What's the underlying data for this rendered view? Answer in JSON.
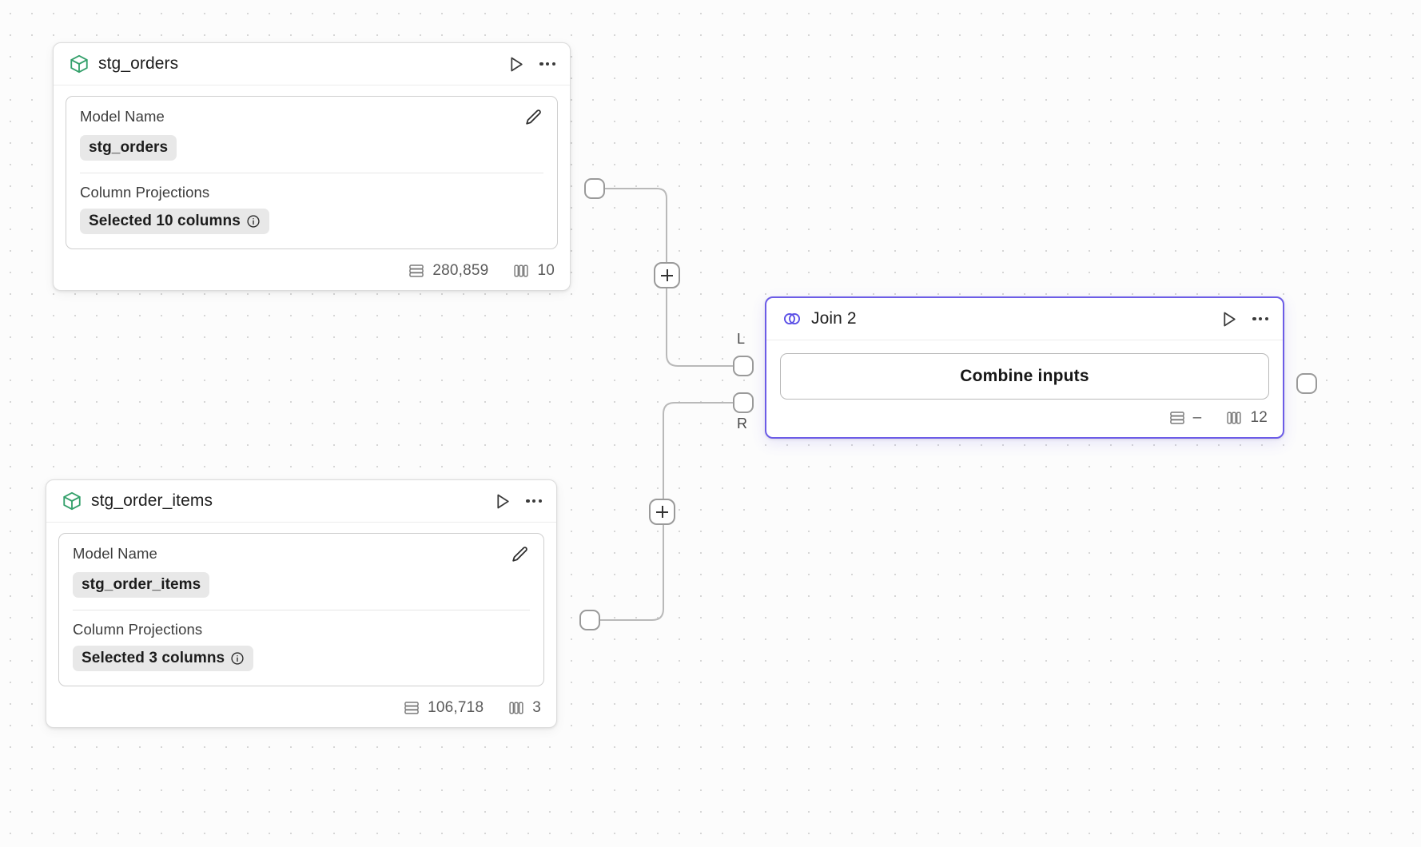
{
  "canvas": {
    "background": "#fcfcfc",
    "grid_dot_color": "#d6d6d6",
    "edge_color": "#b9b9b9"
  },
  "nodes": [
    {
      "id": "stg_orders",
      "type": "model",
      "title": "stg_orders",
      "icon": "cube-icon",
      "icon_color": "#34a06b",
      "selected": false,
      "fields": [
        {
          "label": "Model Name",
          "value": "stg_orders",
          "has_info": false
        },
        {
          "label": "Column Projections",
          "value": "Selected 10 columns",
          "has_info": true
        }
      ],
      "footer": {
        "rows": "280,859",
        "columns": "10"
      },
      "actions": {
        "run": "run-icon",
        "menu": "more-options-icon",
        "edit": "edit-pencil-icon"
      }
    },
    {
      "id": "stg_order_items",
      "type": "model",
      "title": "stg_order_items",
      "icon": "cube-icon",
      "icon_color": "#34a06b",
      "selected": false,
      "fields": [
        {
          "label": "Model Name",
          "value": "stg_order_items",
          "has_info": false
        },
        {
          "label": "Column Projections",
          "value": "Selected 3 columns",
          "has_info": true
        }
      ],
      "footer": {
        "rows": "106,718",
        "columns": "3"
      },
      "actions": {
        "run": "run-icon",
        "menu": "more-options-icon",
        "edit": "edit-pencil-icon"
      }
    },
    {
      "id": "join_2",
      "type": "join",
      "title": "Join 2",
      "icon": "join-circles-icon",
      "icon_color": "#5b50e6",
      "selected": true,
      "accent_color": "#6c5ce7",
      "button_label": "Combine inputs",
      "footer": {
        "rows": "–",
        "columns": "12"
      },
      "input_ports": [
        {
          "id": "left",
          "label": "L"
        },
        {
          "id": "right",
          "label": "R"
        }
      ],
      "actions": {
        "run": "run-icon",
        "menu": "more-options-icon"
      }
    }
  ],
  "edges": [
    {
      "id": "edge-orders-to-join-left",
      "from": "stg_orders",
      "to": "join_2.left",
      "add_button_label": "+"
    },
    {
      "id": "edge-order-items-to-join-right",
      "from": "stg_order_items",
      "to": "join_2.right",
      "add_button_label": "+"
    }
  ],
  "icons": {
    "rows": "rows-count-icon",
    "columns": "columns-count-icon",
    "info": "info-icon",
    "plus": "plus-icon"
  }
}
